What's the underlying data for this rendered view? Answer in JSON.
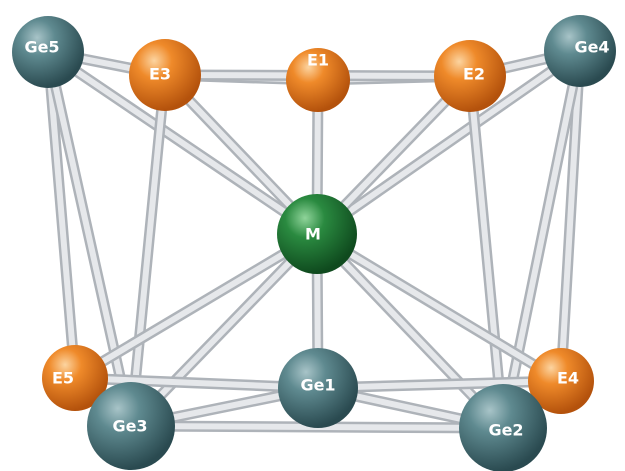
{
  "colors": {
    "ge": "#3e6a70",
    "e": "#e97a1e",
    "m": "#1e7a35",
    "bond": "#e6e8eb",
    "bond_edge": "#aeb3b9"
  },
  "atoms": {
    "ge5": {
      "label": "Ge5",
      "element": "Ge"
    },
    "ge4": {
      "label": "Ge4",
      "element": "Ge"
    },
    "ge1": {
      "label": "Ge1",
      "element": "Ge"
    },
    "ge2": {
      "label": "Ge2",
      "element": "Ge"
    },
    "ge3": {
      "label": "Ge3",
      "element": "Ge"
    },
    "e1": {
      "label": "E1",
      "element": "E"
    },
    "e2": {
      "label": "E2",
      "element": "E"
    },
    "e3": {
      "label": "E3",
      "element": "E"
    },
    "e4": {
      "label": "E4",
      "element": "E"
    },
    "e5": {
      "label": "E5",
      "element": "E"
    },
    "m": {
      "label": "M",
      "element": "M"
    }
  },
  "bonds": [
    [
      "ge5",
      "e3"
    ],
    [
      "ge5",
      "e5"
    ],
    [
      "ge5",
      "m"
    ],
    [
      "ge5",
      "ge3"
    ],
    [
      "e3",
      "e1"
    ],
    [
      "e1",
      "e2"
    ],
    [
      "e3",
      "e2"
    ],
    [
      "e2",
      "ge4"
    ],
    [
      "ge4",
      "e4"
    ],
    [
      "ge4",
      "m"
    ],
    [
      "ge4",
      "ge2"
    ],
    [
      "e3",
      "m"
    ],
    [
      "e1",
      "m"
    ],
    [
      "e2",
      "m"
    ],
    [
      "e3",
      "ge3"
    ],
    [
      "e2",
      "ge2"
    ],
    [
      "m",
      "e5"
    ],
    [
      "m",
      "ge3"
    ],
    [
      "m",
      "ge1"
    ],
    [
      "m",
      "ge2"
    ],
    [
      "m",
      "e4"
    ],
    [
      "e5",
      "ge1"
    ],
    [
      "ge1",
      "e4"
    ],
    [
      "ge3",
      "ge2"
    ],
    [
      "e5",
      "ge3"
    ],
    [
      "e4",
      "ge2"
    ],
    [
      "ge3",
      "ge1"
    ],
    [
      "ge1",
      "ge2"
    ]
  ]
}
